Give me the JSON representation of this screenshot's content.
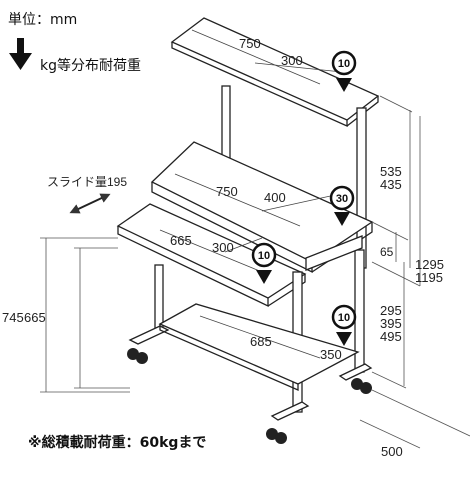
{
  "legend": {
    "unit": "単位：mm",
    "load_desc": "kg等分布耐荷重"
  },
  "top_shelf": {
    "width": "750",
    "depth": "300",
    "load": "10"
  },
  "desk": {
    "width": "750",
    "depth": "400",
    "load": "30"
  },
  "slide_tray": {
    "slide_label": "スライド量195",
    "width": "665",
    "depth": "300",
    "load": "10"
  },
  "bottom_shelf": {
    "width": "685",
    "depth": "350",
    "load": "10"
  },
  "heights": {
    "left_outer": "745",
    "left_inner": "665",
    "right_535": "535",
    "right_435": "435",
    "right_65": "65",
    "right_1295": "1295",
    "right_1195": "1195",
    "right_295": "295",
    "right_395": "395",
    "right_495": "495"
  },
  "overall_depth": "500",
  "footnote": "※総積載耐荷重：60kgまで"
}
